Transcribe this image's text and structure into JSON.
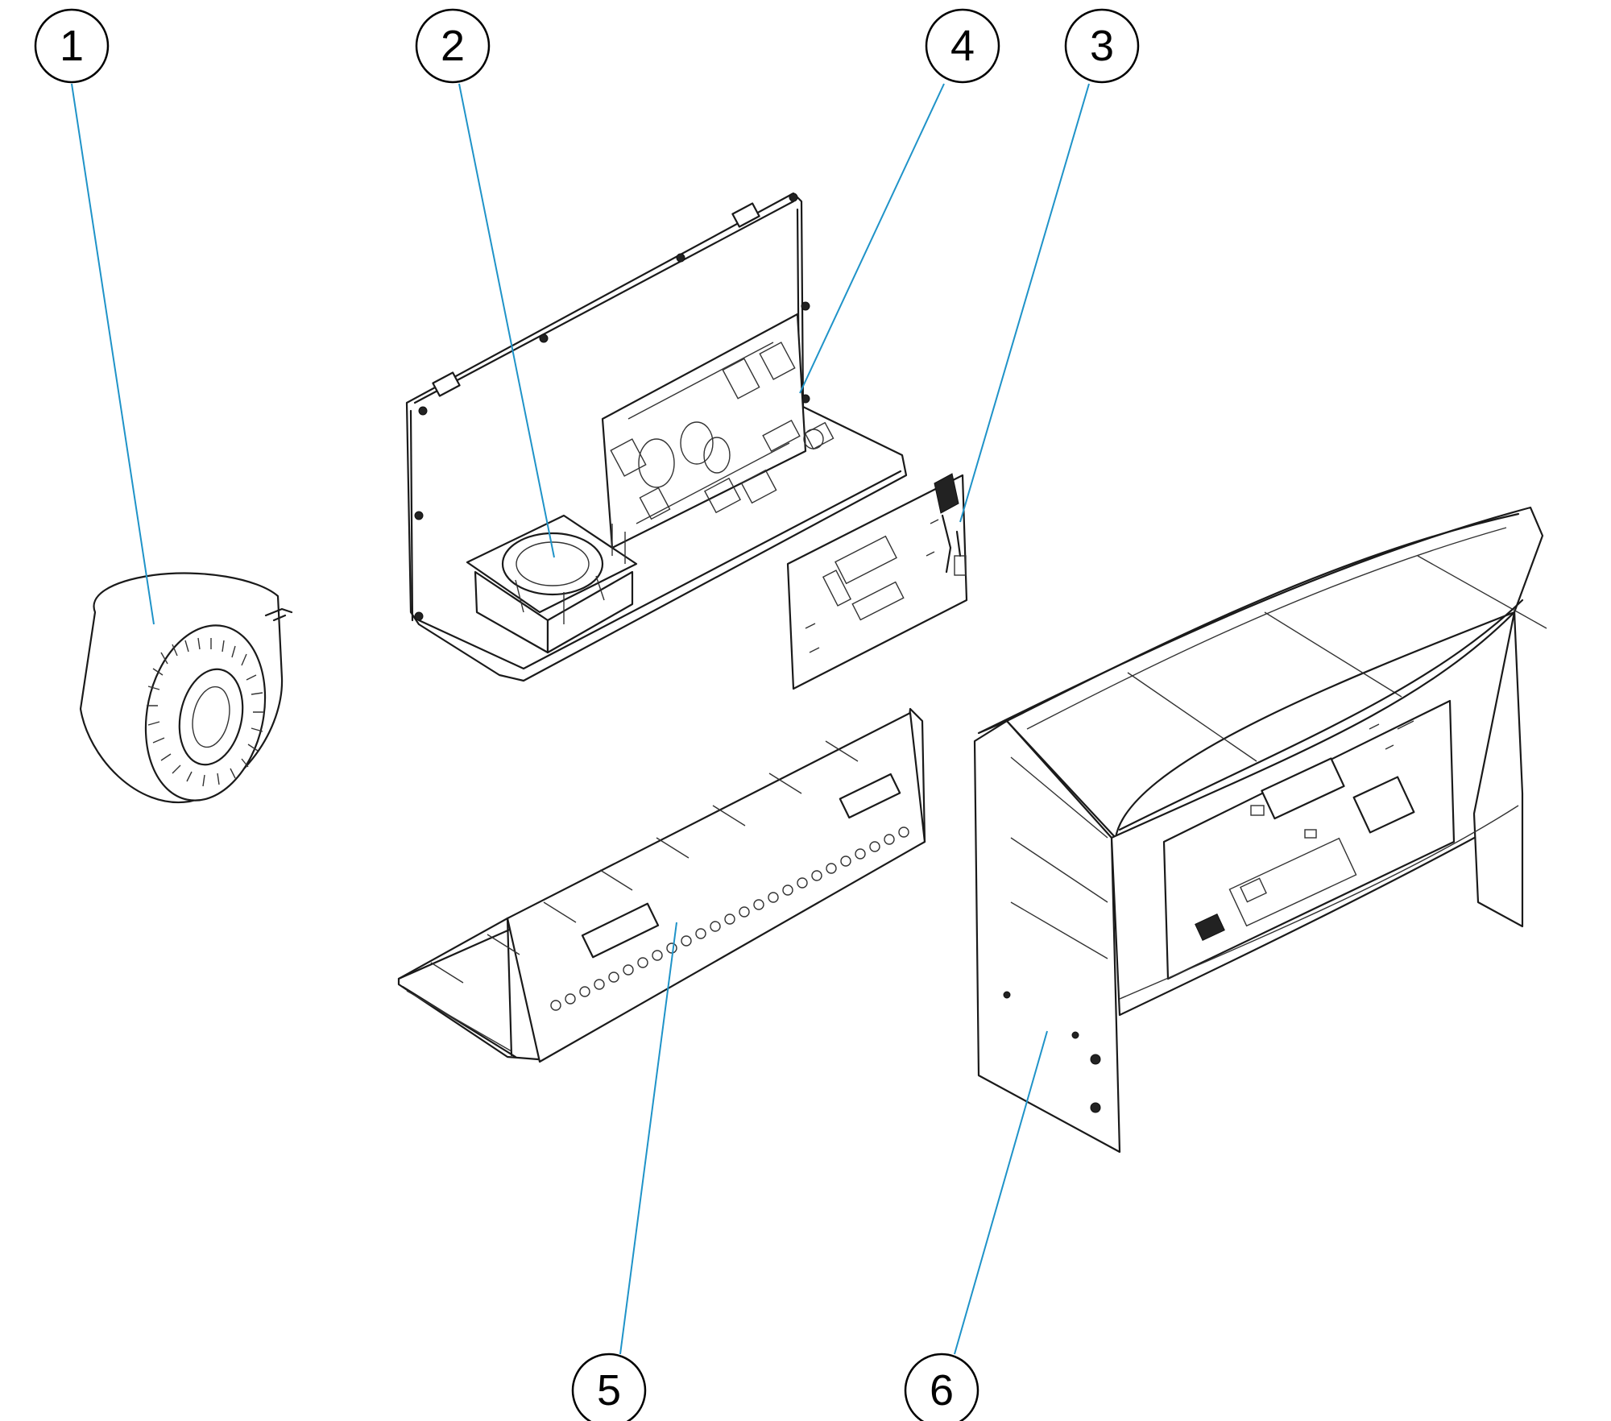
{
  "callouts": [
    {
      "label": "1"
    },
    {
      "label": "2"
    },
    {
      "label": "4"
    },
    {
      "label": "3"
    },
    {
      "label": "5"
    },
    {
      "label": "6"
    }
  ],
  "colors": {
    "leader": "#1f93c8",
    "outline": "#1a1a1a",
    "background": "#ffffff"
  }
}
